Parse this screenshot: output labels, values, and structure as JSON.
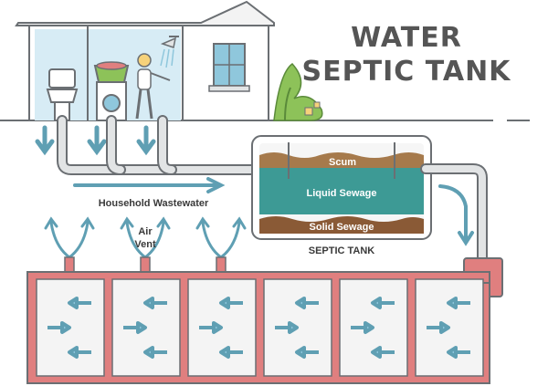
{
  "title": {
    "line1": "WATER",
    "line2": "SEPTIC TANK"
  },
  "labels": {
    "household_wastewater": "Household Wastewater",
    "air_vent_line1": "Air",
    "air_vent_line2": "Vent",
    "septic_tank": "SEPTIC TANK"
  },
  "tank_layers": {
    "scum": "Scum",
    "liquid": "Liquid Sewage",
    "solid": "Solid Sewage"
  },
  "colors": {
    "pipe": "#e2e4e5",
    "pipe_outline": "#6b6f73",
    "flow_arrow": "#5f9fb3",
    "field_brick": "#e07f7f",
    "tank_water": "#3d9a95",
    "scum": "#a67a4c",
    "solid": "#8a5a36",
    "house_window": "#8fc7dc",
    "plant": "#8dc259"
  }
}
